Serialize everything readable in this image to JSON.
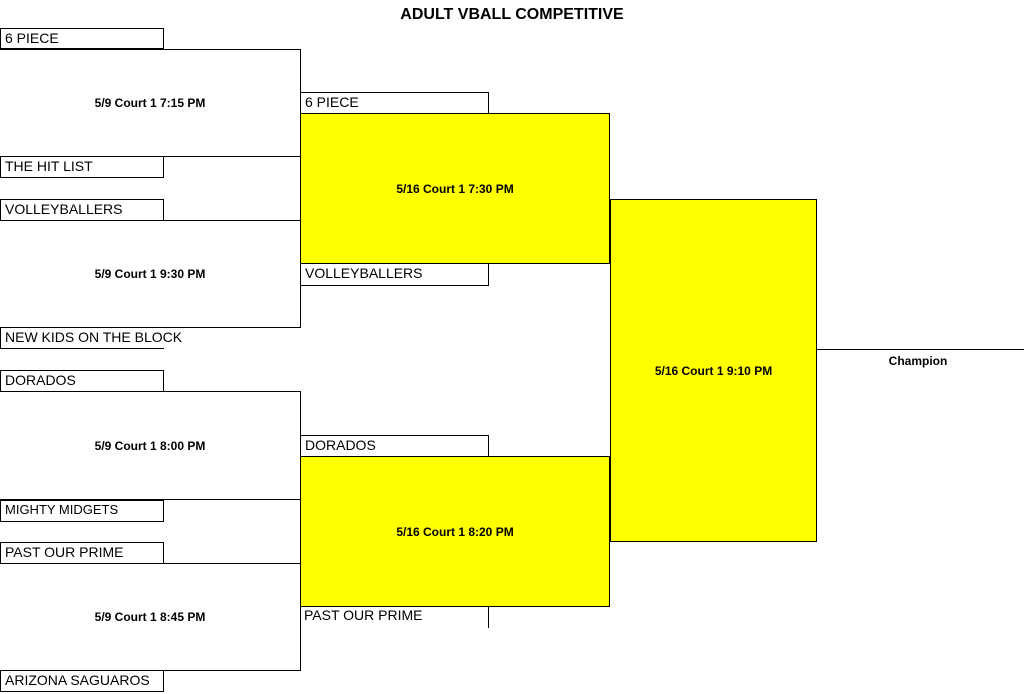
{
  "title": "ADULT VBALL COMPETITIVE",
  "round1": {
    "teams": [
      "6 PIECE",
      "THE HIT LIST",
      "VOLLEYBALLERS",
      "NEW KIDS ON THE BLOCK",
      "DORADOS",
      "MIGHTY MIDGETS",
      "PAST OUR PRIME",
      "ARIZONA SAGUAROS"
    ],
    "games": [
      "5/9 Court 1 7:15 PM",
      "5/9 Court 1 9:30 PM",
      "5/9 Court 1 8:00 PM",
      "5/9 Court 1 8:45 PM"
    ]
  },
  "round2": {
    "teams": [
      "6 PIECE",
      "VOLLEYBALLERS",
      "DORADOS",
      "PAST OUR PRIME"
    ],
    "games": [
      "5/16 Court 1 7:30 PM",
      "5/16 Court 1 8:20 PM"
    ]
  },
  "final": {
    "game": "5/16 Court 1 9:10 PM"
  },
  "champion_label": "Champion",
  "colors": {
    "highlight": "#ffff00",
    "line": "#000000"
  }
}
